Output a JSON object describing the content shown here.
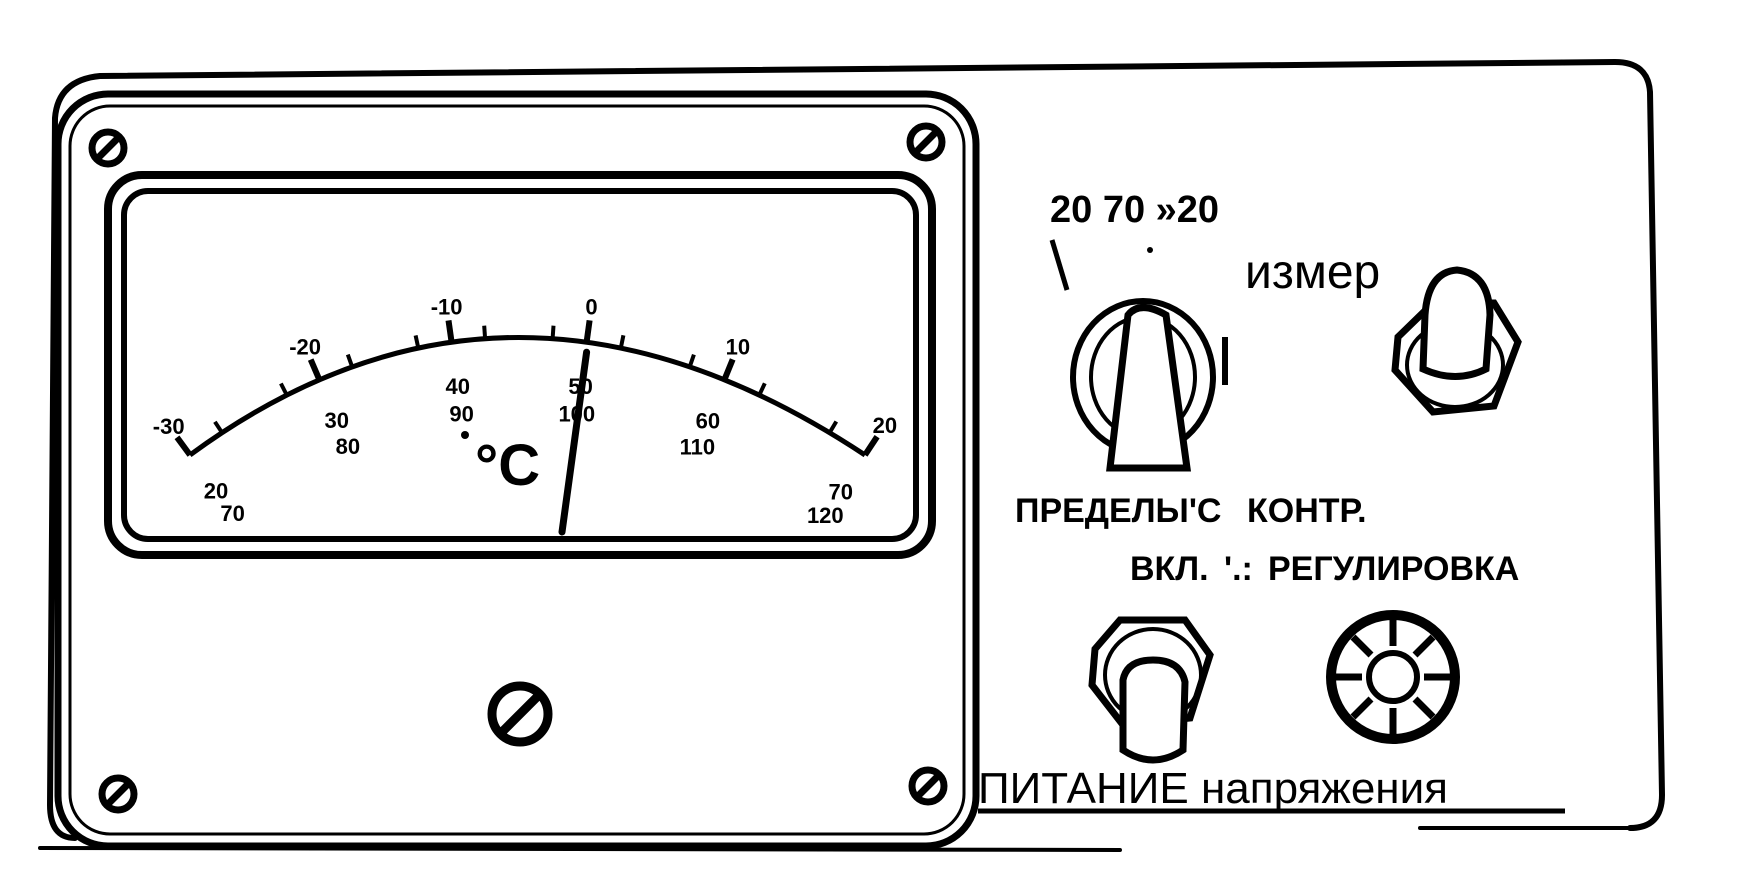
{
  "meter": {
    "unit": "°C",
    "scale_rows": [
      [
        "70",
        "20",
        "-30"
      ],
      [
        "80",
        "30",
        "-20"
      ],
      [
        "90",
        "40",
        "-10"
      ],
      [
        "100",
        "50",
        "0"
      ],
      [
        "110",
        "60",
        "10"
      ],
      [
        "120",
        "70",
        "20"
      ]
    ],
    "needle_value": 0,
    "scale_min": -30,
    "scale_max": 20
  },
  "controls": {
    "range_values": "20 70 »20",
    "range_label": "ПРЕДЕЛЫ'С",
    "measure_label": "измер",
    "control_label": "КОНТР.",
    "on_label": "ВКЛ.",
    "adjust_label": "РЕГУЛИРОВКА",
    "power_label": "ПИТАНИЕ напряжения"
  },
  "colors": {
    "ink": "#000000",
    "paper": "#ffffff"
  }
}
